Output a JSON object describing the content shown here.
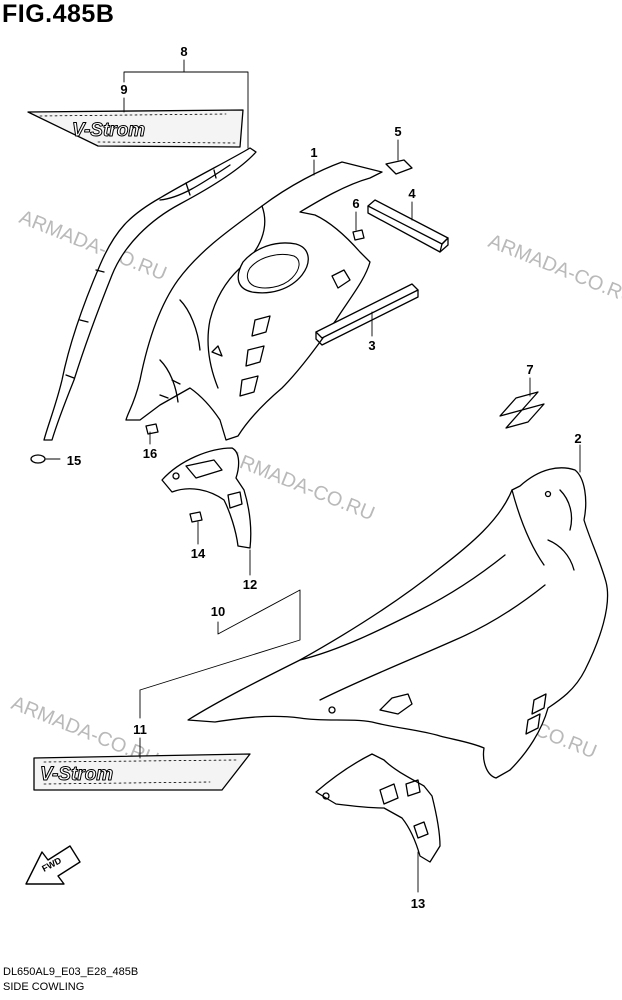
{
  "figure_title": "FIG.485B",
  "footer": {
    "code": "DL650AL9_E03_E28_485B",
    "caption": "SIDE COWLING"
  },
  "watermark": "ARMADA-CO.RU",
  "fwd_label": "FWD",
  "decal_text": "V-Strom",
  "callouts": [
    "1",
    "2",
    "3",
    "4",
    "5",
    "6",
    "7",
    "8",
    "9",
    "10",
    "11",
    "12",
    "13",
    "14",
    "15",
    "16"
  ]
}
